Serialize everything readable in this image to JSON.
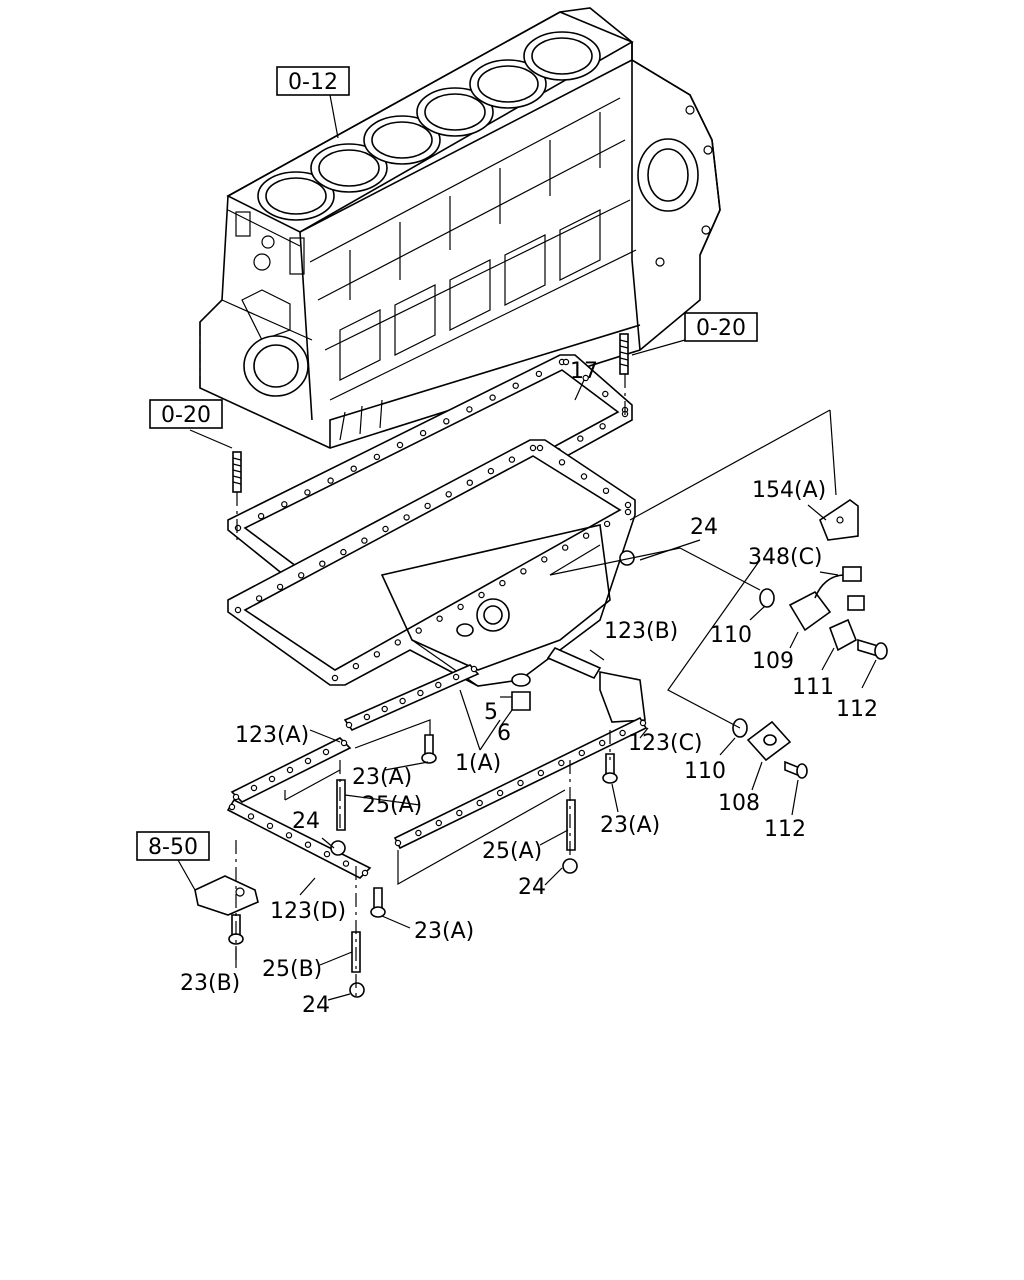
{
  "refs": {
    "block": "0-12",
    "stud_right": "0-20",
    "stud_left": "0-20",
    "bracket": "8-50"
  },
  "labels": {
    "gasket_upper": "17",
    "bracket_154": "154(A)",
    "nut_24_top": "24",
    "sensor_348": "348(C)",
    "oring_110_top": "110",
    "sensor_109": "109",
    "clamp_111": "111",
    "bolt_112_top": "112",
    "gasket_123b": "123(B)",
    "plug_5": "5",
    "washer_6": "6",
    "pan_1a": "1(A)",
    "gasket_123a": "123(A)",
    "bolt_23a_1": "23(A)",
    "stud_25a_1": "25(A)",
    "gasket_123c": "123(C)",
    "oring_110_bottom": "110",
    "cover_108": "108",
    "bolt_112_bottom": "112",
    "nut_24_left": "24",
    "bolt_23a_right": "23(A)",
    "stud_25a_right": "25(A)",
    "nut_24_right": "24",
    "gasket_123d": "123(D)",
    "bolt_23a_bottom": "23(A)",
    "bolt_23b": "23(B)",
    "stud_25b": "25(B)",
    "nut_24_bottom": "24"
  }
}
